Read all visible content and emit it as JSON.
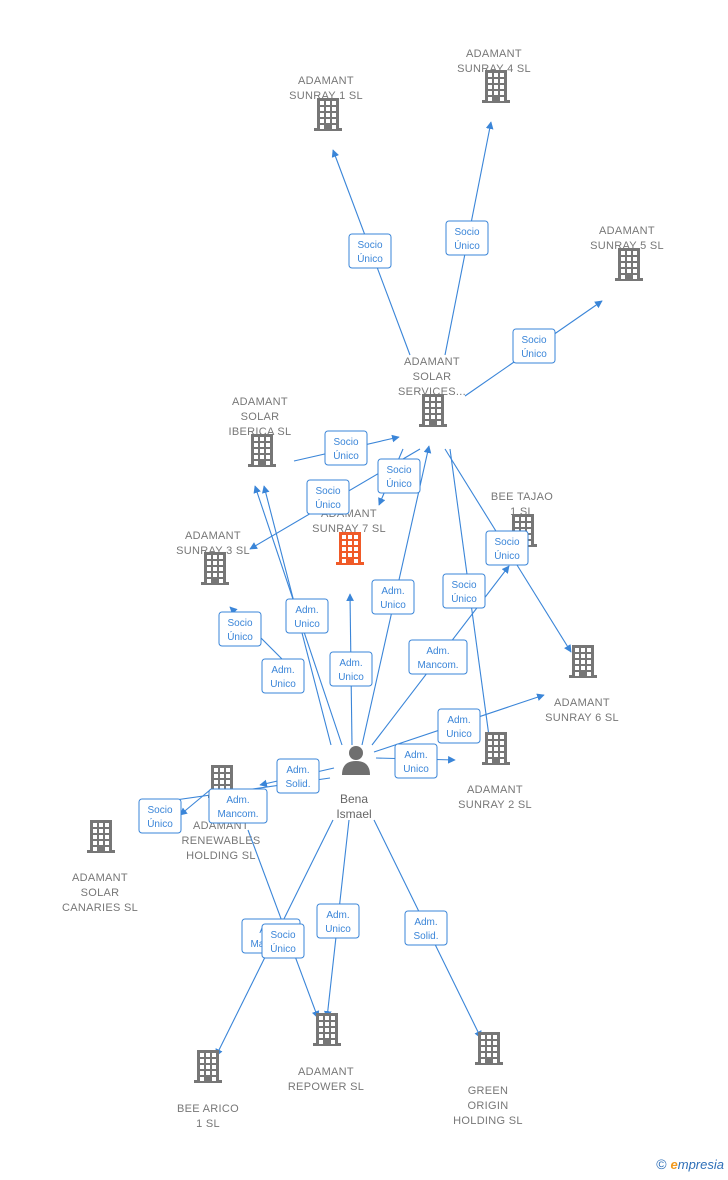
{
  "colors": {
    "edge": "#3a85d8",
    "building": "#767676",
    "focus": "#f05a28",
    "person": "#6f6f6f"
  },
  "nodes": [
    {
      "id": "sunray1",
      "type": "company",
      "label": [
        "ADAMANT",
        "SUNRAY 1  SL"
      ]
    },
    {
      "id": "sunray4",
      "type": "company",
      "label": [
        "ADAMANT",
        "SUNRAY 4  SL"
      ]
    },
    {
      "id": "sunray5",
      "type": "company",
      "label": [
        "ADAMANT",
        "SUNRAY 5  SL"
      ]
    },
    {
      "id": "services",
      "type": "company",
      "label": [
        "ADAMANT",
        "SOLAR",
        "SERVICES..."
      ]
    },
    {
      "id": "iberica",
      "type": "company",
      "label": [
        "ADAMANT",
        "SOLAR",
        "IBERICA  SL"
      ]
    },
    {
      "id": "beetajao",
      "type": "company",
      "label": [
        "BEE TAJAO",
        "1  SL"
      ]
    },
    {
      "id": "sunray7",
      "type": "company",
      "focus": true,
      "label": [
        "ADAMANT",
        "SUNRAY 7  SL"
      ]
    },
    {
      "id": "sunray3",
      "type": "company",
      "label": [
        "ADAMANT",
        "SUNRAY 3  SL"
      ]
    },
    {
      "id": "sunray6",
      "type": "company",
      "label": [
        "ADAMANT",
        "SUNRAY 6  SL"
      ]
    },
    {
      "id": "sunray2",
      "type": "company",
      "label": [
        "ADAMANT",
        "SUNRAY 2  SL"
      ]
    },
    {
      "id": "renewables",
      "type": "company",
      "label": [
        "ADAMANT",
        "RENEWABLES",
        "HOLDING  SL"
      ]
    },
    {
      "id": "canaries",
      "type": "company",
      "label": [
        "ADAMANT",
        "SOLAR",
        "CANARIES  SL"
      ]
    },
    {
      "id": "person",
      "type": "person",
      "label": [
        "Bena",
        "Ismael"
      ]
    },
    {
      "id": "repower",
      "type": "company",
      "label": [
        "ADAMANT",
        "REPOWER  SL"
      ]
    },
    {
      "id": "green",
      "type": "company",
      "label": [
        "GREEN",
        "ORIGIN",
        "HOLDING  SL"
      ]
    },
    {
      "id": "beearico",
      "type": "company",
      "label": [
        "BEE ARICO",
        "1  SL"
      ]
    }
  ],
  "edges": [
    {
      "label": [
        "Socio",
        "Único"
      ]
    },
    {
      "label": [
        "Socio",
        "Único"
      ]
    },
    {
      "label": [
        "Socio",
        "Único"
      ]
    },
    {
      "label": [
        "Socio",
        "Único"
      ]
    },
    {
      "label": [
        "Socio",
        "Único"
      ]
    },
    {
      "label": [
        "Socio",
        "Único"
      ]
    },
    {
      "label": [
        "Socio",
        "Único"
      ]
    },
    {
      "label": [
        "Socio",
        "Único"
      ]
    },
    {
      "label": [
        "Socio",
        "Único"
      ]
    },
    {
      "label": [
        "Adm.",
        "Unico"
      ]
    },
    {
      "label": [
        "Adm.",
        "Unico"
      ]
    },
    {
      "label": [
        "Adm.",
        "Unico"
      ]
    },
    {
      "label": [
        "Adm.",
        "Mancom."
      ]
    },
    {
      "label": [
        "Adm.",
        "Unico"
      ]
    },
    {
      "label": [
        "Adm.",
        "Unico"
      ]
    },
    {
      "label": [
        "Adm.",
        "Unico"
      ]
    },
    {
      "label": [
        "Adm.",
        "Solid."
      ]
    },
    {
      "label": [
        "Adm.",
        "Mancom."
      ]
    },
    {
      "label": [
        "Socio",
        "Único"
      ]
    },
    {
      "label": [
        "Adm.",
        "Unico"
      ]
    },
    {
      "label": [
        "Adm.",
        "Solid."
      ]
    },
    {
      "label": [
        "Adm.",
        "Mancom."
      ]
    },
    {
      "label": [
        "Socio",
        "Único"
      ]
    }
  ],
  "brand": {
    "copyright": "©",
    "initial": "e",
    "name": "mpresia"
  }
}
